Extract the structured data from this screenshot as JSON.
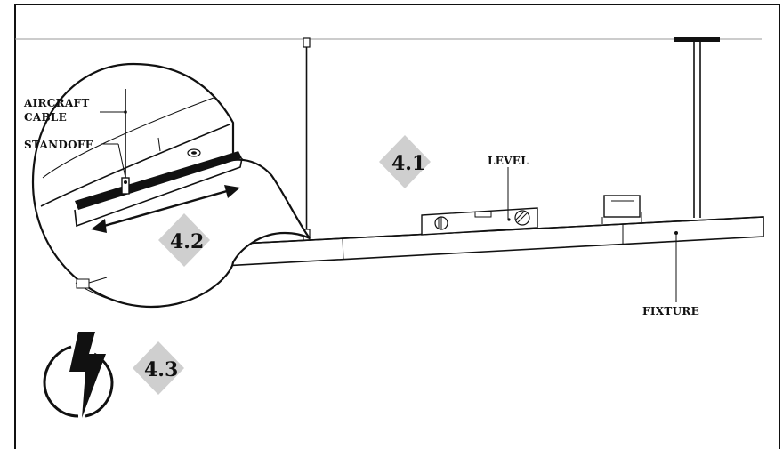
{
  "labels": {
    "aircraft_cable_line1": "AIRCRAFT",
    "aircraft_cable_line2": "CABLE",
    "standoff": "STANDOFF",
    "level": "LEVEL",
    "fixture": "FIXTURE"
  },
  "steps": {
    "step_4_1": "4.1",
    "step_4_2": "4.2",
    "step_4_3": "4.3"
  },
  "icons": [
    "electrical-hazard-icon",
    "adjust-arrow-icon"
  ],
  "colors": {
    "badge": "#cfcfcf",
    "ink": "#111111"
  }
}
